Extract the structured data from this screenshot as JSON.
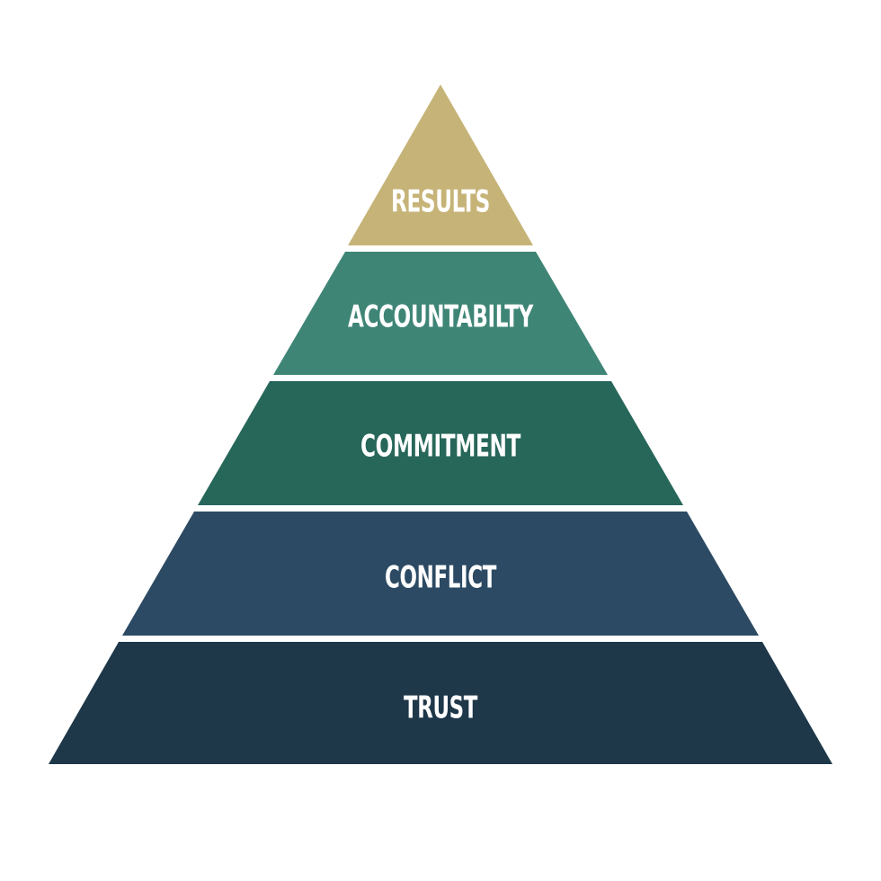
{
  "pyramid": {
    "tiers": [
      {
        "label": "RESULTS",
        "color": "#c6b377"
      },
      {
        "label": "ACCOUNTABILTY",
        "color": "#3e8576"
      },
      {
        "label": "COMMITMENT",
        "color": "#27675a"
      },
      {
        "label": "CONFLICT",
        "color": "#2c4a63"
      },
      {
        "label": "TRUST",
        "color": "#1e3749"
      }
    ]
  }
}
